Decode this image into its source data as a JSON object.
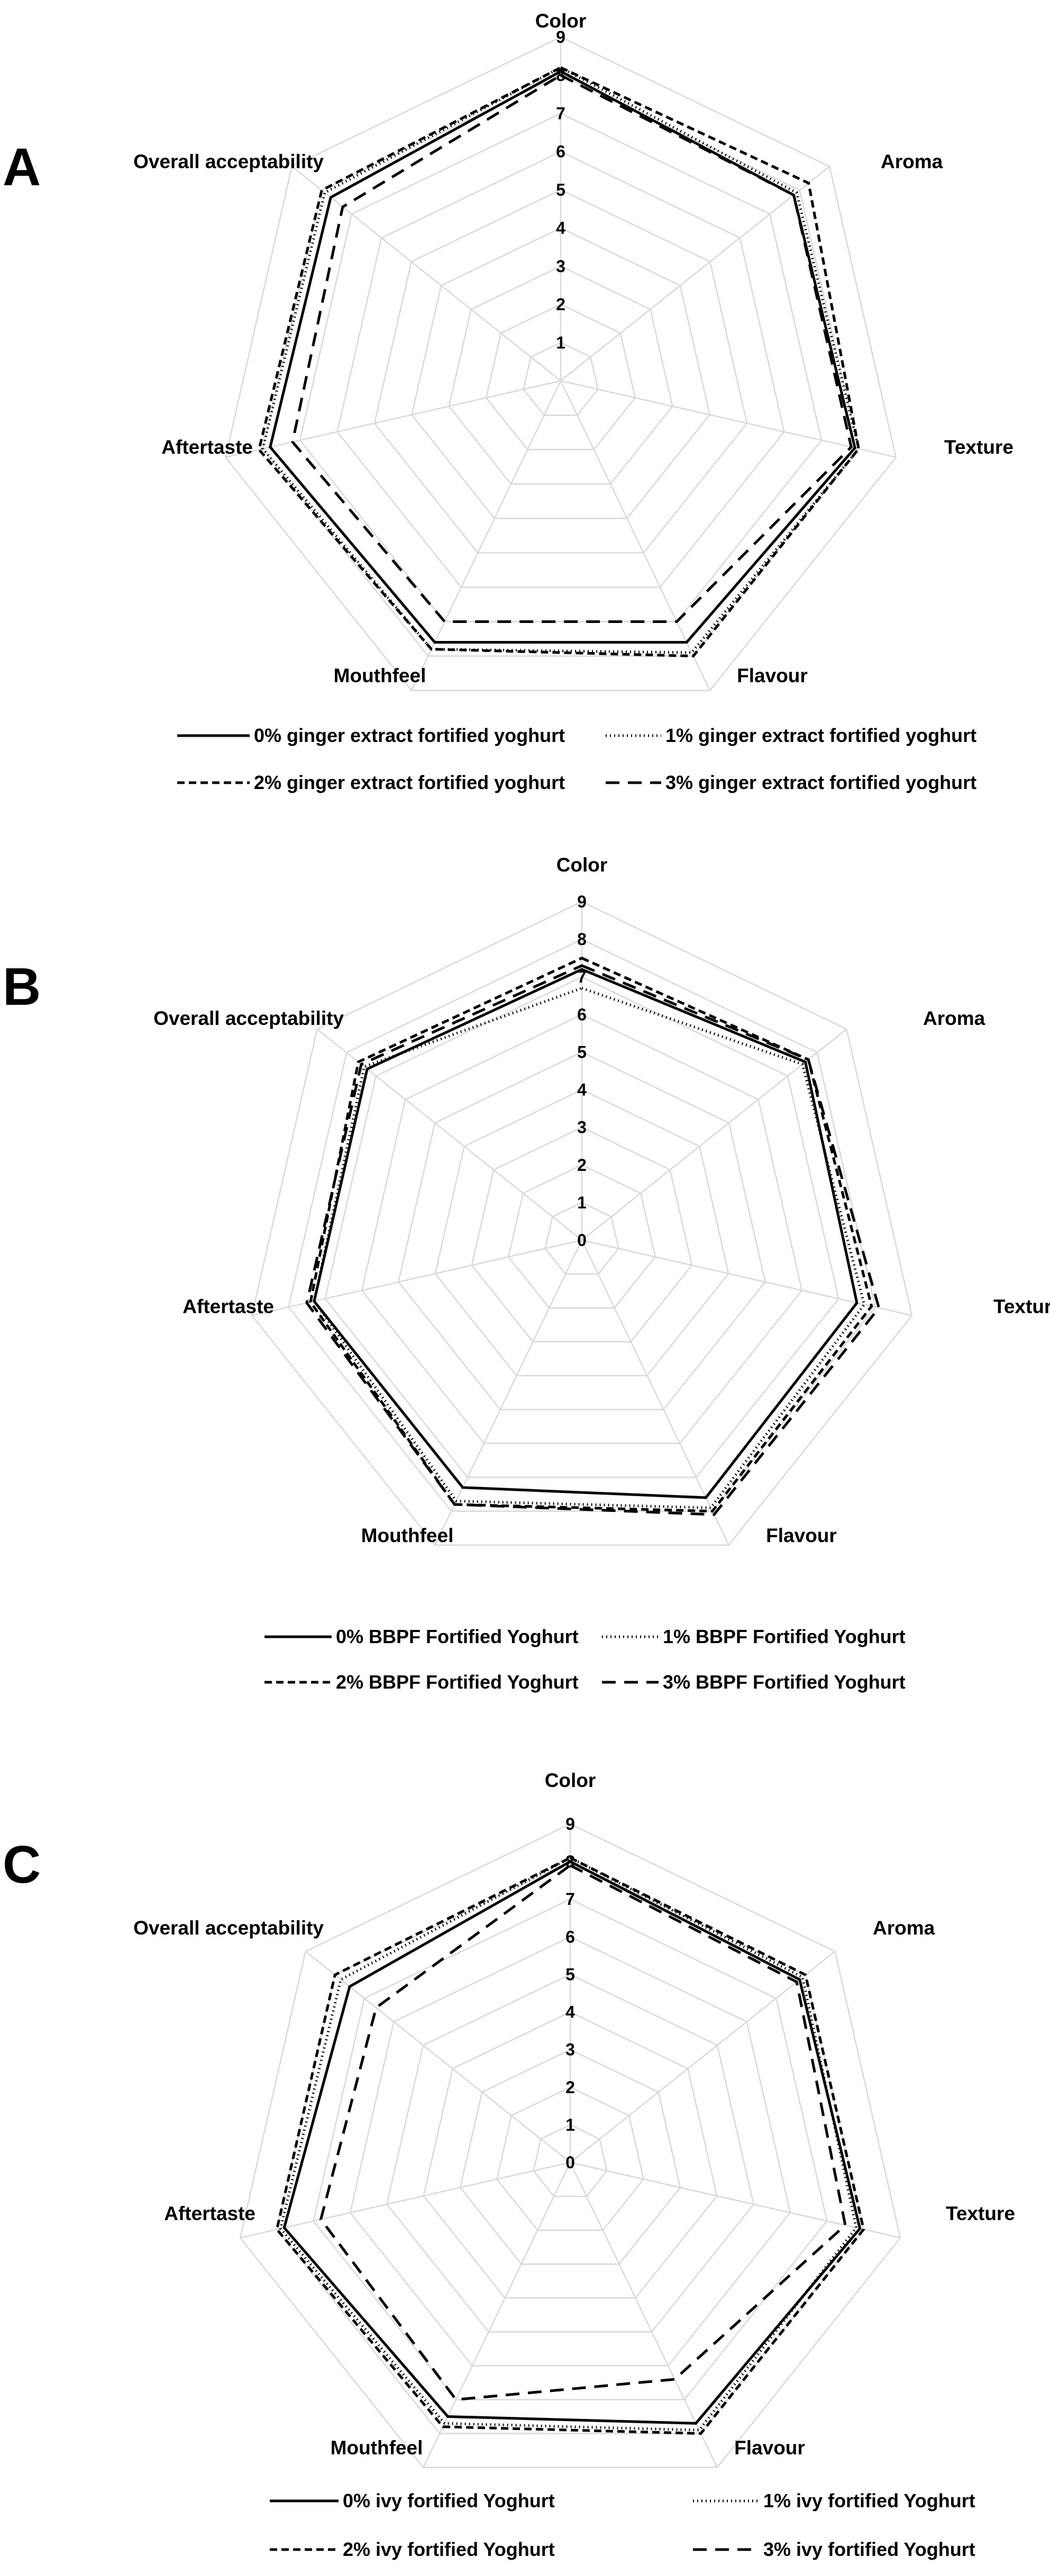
{
  "chart_data": [
    {
      "type": "radar",
      "panel": "A",
      "axes": [
        "Color",
        "Aroma",
        "Texture",
        "Flavour",
        "Mouthfeel",
        "Aftertaste",
        "Overall acceptability"
      ],
      "ticks": [
        "1",
        "2",
        "3",
        "4",
        "5",
        "6",
        "7",
        "8",
        "9"
      ],
      "rmin": 0,
      "rmax": 9,
      "grid": true,
      "legend_position": "bottom",
      "series": [
        {
          "name": "0% ginger extract fortified yoghurt",
          "dash": "solid",
          "values": [
            8.1,
            7.8,
            7.9,
            7.6,
            7.6,
            7.8,
            7.7
          ]
        },
        {
          "name": "1% ginger extract fortified yoghurt",
          "dash": "dotted",
          "values": [
            8.2,
            7.9,
            8.0,
            7.9,
            7.8,
            8.0,
            7.9
          ]
        },
        {
          "name": "2% ginger extract fortified yoghurt",
          "dash": "dashed",
          "values": [
            8.2,
            8.3,
            8.0,
            8.0,
            7.8,
            8.1,
            8.0
          ]
        },
        {
          "name": "3% ginger extract fortified yoghurt",
          "dash": "longdash",
          "values": [
            8.0,
            7.8,
            7.8,
            7.0,
            7.0,
            7.2,
            7.3
          ]
        }
      ]
    },
    {
      "type": "radar",
      "panel": "B",
      "axes": [
        "Color",
        "Aroma",
        "Texture",
        "Flavour",
        "Mouthfeel",
        "Aftertaste",
        "Overall acceptability"
      ],
      "ticks": [
        "0",
        "1",
        "2",
        "3",
        "4",
        "5",
        "6",
        "7",
        "8",
        "9"
      ],
      "rmin": 0,
      "rmax": 9,
      "grid": true,
      "legend_position": "bottom",
      "series": [
        {
          "name": "0% BBPF Fortified Yoghurt",
          "dash": "solid",
          "values": [
            7.2,
            7.6,
            7.5,
            7.6,
            7.3,
            7.3,
            7.3
          ]
        },
        {
          "name": "1% BBPF Fortified Yoghurt",
          "dash": "dotted",
          "values": [
            6.7,
            7.5,
            7.7,
            7.9,
            7.7,
            7.3,
            7.4
          ]
        },
        {
          "name": "2% BBPF Fortified Yoghurt",
          "dash": "dashed",
          "values": [
            7.5,
            7.7,
            7.9,
            8.0,
            7.8,
            7.4,
            7.6
          ]
        },
        {
          "name": "3% BBPF Fortified Yoghurt",
          "dash": "longdash",
          "values": [
            7.3,
            7.7,
            8.1,
            8.1,
            7.8,
            7.5,
            7.5
          ]
        }
      ]
    },
    {
      "type": "radar",
      "panel": "C",
      "axes": [
        "Color",
        "Aroma",
        "Texture",
        "Flavour",
        "Mouthfeel",
        "Aftertaste",
        "Overall acceptability"
      ],
      "ticks": [
        "0",
        "1",
        "2",
        "3",
        "4",
        "5",
        "6",
        "7",
        "8",
        "9"
      ],
      "rmin": 0,
      "rmax": 9,
      "grid": true,
      "legend_position": "bottom",
      "series": [
        {
          "name": "0% ivy fortified Yoghurt",
          "dash": "solid",
          "values": [
            8.0,
            7.8,
            7.9,
            7.7,
            7.5,
            7.8,
            7.5
          ]
        },
        {
          "name": "1% ivy fortified Yoghurt",
          "dash": "dotted",
          "values": [
            8.1,
            7.9,
            7.8,
            7.9,
            7.7,
            7.9,
            7.8
          ]
        },
        {
          "name": "2% ivy fortified Yoghurt",
          "dash": "dashed",
          "values": [
            8.1,
            8.0,
            8.0,
            8.0,
            7.8,
            8.0,
            8.0
          ]
        },
        {
          "name": "3% ivy fortified Yoghurt",
          "dash": "longdash",
          "values": [
            7.9,
            7.7,
            7.5,
            6.4,
            7.0,
            6.8,
            6.6
          ]
        }
      ]
    }
  ]
}
